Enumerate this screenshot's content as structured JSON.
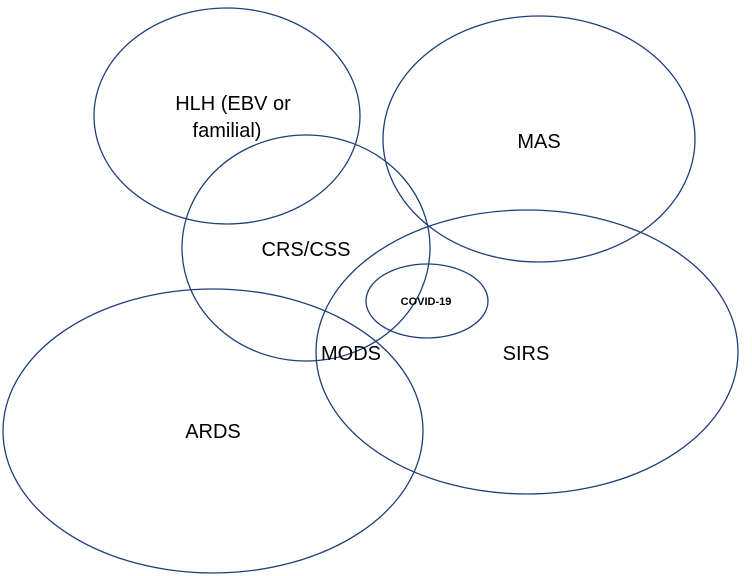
{
  "diagram": {
    "stroke_color": "#1f3f7a",
    "ellipses": {
      "hlh": {
        "line1": "HLH (EBV or",
        "line2": "familial)"
      },
      "mas": {
        "label": "MAS"
      },
      "crs_css": {
        "label": "CRS/CSS"
      },
      "covid": {
        "label": "COVID-19"
      },
      "sirs": {
        "label": "SIRS"
      },
      "mods": {
        "label": "MODS"
      },
      "ards": {
        "label": "ARDS"
      }
    }
  }
}
